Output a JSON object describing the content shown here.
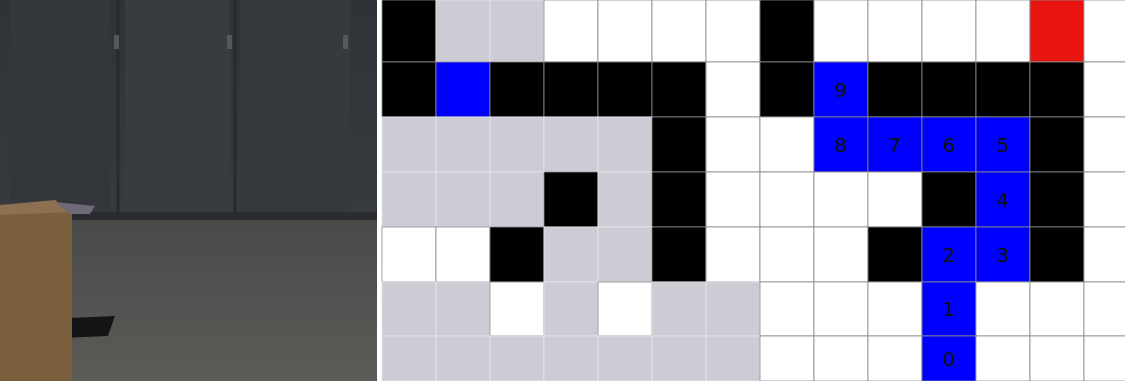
{
  "diagram": {
    "labels": [
      "9",
      "8",
      "7",
      "6",
      "5",
      "4",
      "2",
      "3",
      "1",
      "0"
    ]
  }
}
